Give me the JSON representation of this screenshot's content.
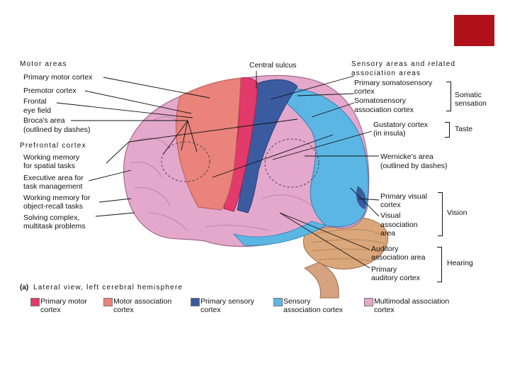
{
  "headings": {
    "motor_areas": "Motor areas",
    "sensory_areas_line1": "Sensory areas and related",
    "sensory_areas_line2": "association areas",
    "prefrontal": "Prefrontal cortex",
    "central_sulcus": "Central sulcus",
    "view_tag": "(a)",
    "view_caption": "Lateral view, left cerebral hemisphere"
  },
  "left_labels": {
    "primary_motor": "Primary motor cortex",
    "premotor": "Premotor cortex",
    "frontal_eye_1": "Frontal",
    "frontal_eye_2": "eye field",
    "broca_1": "Broca's area",
    "broca_2": "(outlined by dashes)",
    "wm_spatial_1": "Working memory",
    "wm_spatial_2": "for spatial tasks",
    "exec_1": "Executive area for",
    "exec_2": "task management",
    "wm_object_1": "Working memory for",
    "wm_object_2": "object-recall tasks",
    "solving_1": "Solving complex,",
    "solving_2": "multitask problems"
  },
  "right_labels": {
    "primary_somato_1": "Primary somatosensory",
    "primary_somato_2": "cortex",
    "somato_assoc_1": "Somatosensory",
    "somato_assoc_2": "association cortex",
    "somatic_1": "Somatic",
    "somatic_2": "sensation",
    "gustatory_1": "Gustatory cortex",
    "gustatory_2": "(in insula)",
    "taste": "Taste",
    "wernicke_1": "Wernicke's area",
    "wernicke_2": "(outlined by dashes)",
    "primary_visual_1": "Primary visual",
    "primary_visual_2": "cortex",
    "visual_assoc_1": "Visual",
    "visual_assoc_2": "association",
    "visual_assoc_3": "area",
    "vision": "Vision",
    "auditory_assoc_1": "Auditory",
    "auditory_assoc_2": "association area",
    "primary_auditory_1": "Primary",
    "primary_auditory_2": "auditory cortex",
    "hearing": "Hearing"
  },
  "legend": [
    {
      "line1": "Primary motor",
      "line2": "cortex",
      "color": "#e23a6a"
    },
    {
      "line1": "Motor association",
      "line2": "cortex",
      "color": "#e9837c"
    },
    {
      "line1": "Primary sensory",
      "line2": "cortex",
      "color": "#3b5ba0"
    },
    {
      "line1": "Sensory",
      "line2": "association cortex",
      "color": "#5cb6e4"
    },
    {
      "line1": "Multimodal association",
      "line2": "cortex",
      "color": "#e3a8cc"
    }
  ],
  "colors": {
    "accent_box": "#b0101a",
    "primary_motor": "#e23a6a",
    "motor_association": "#e9837c",
    "primary_sensory": "#3b5ba0",
    "sensory_association": "#5cb6e4",
    "multimodal": "#e3a8cc",
    "cerebellum": "#d9a77a"
  }
}
